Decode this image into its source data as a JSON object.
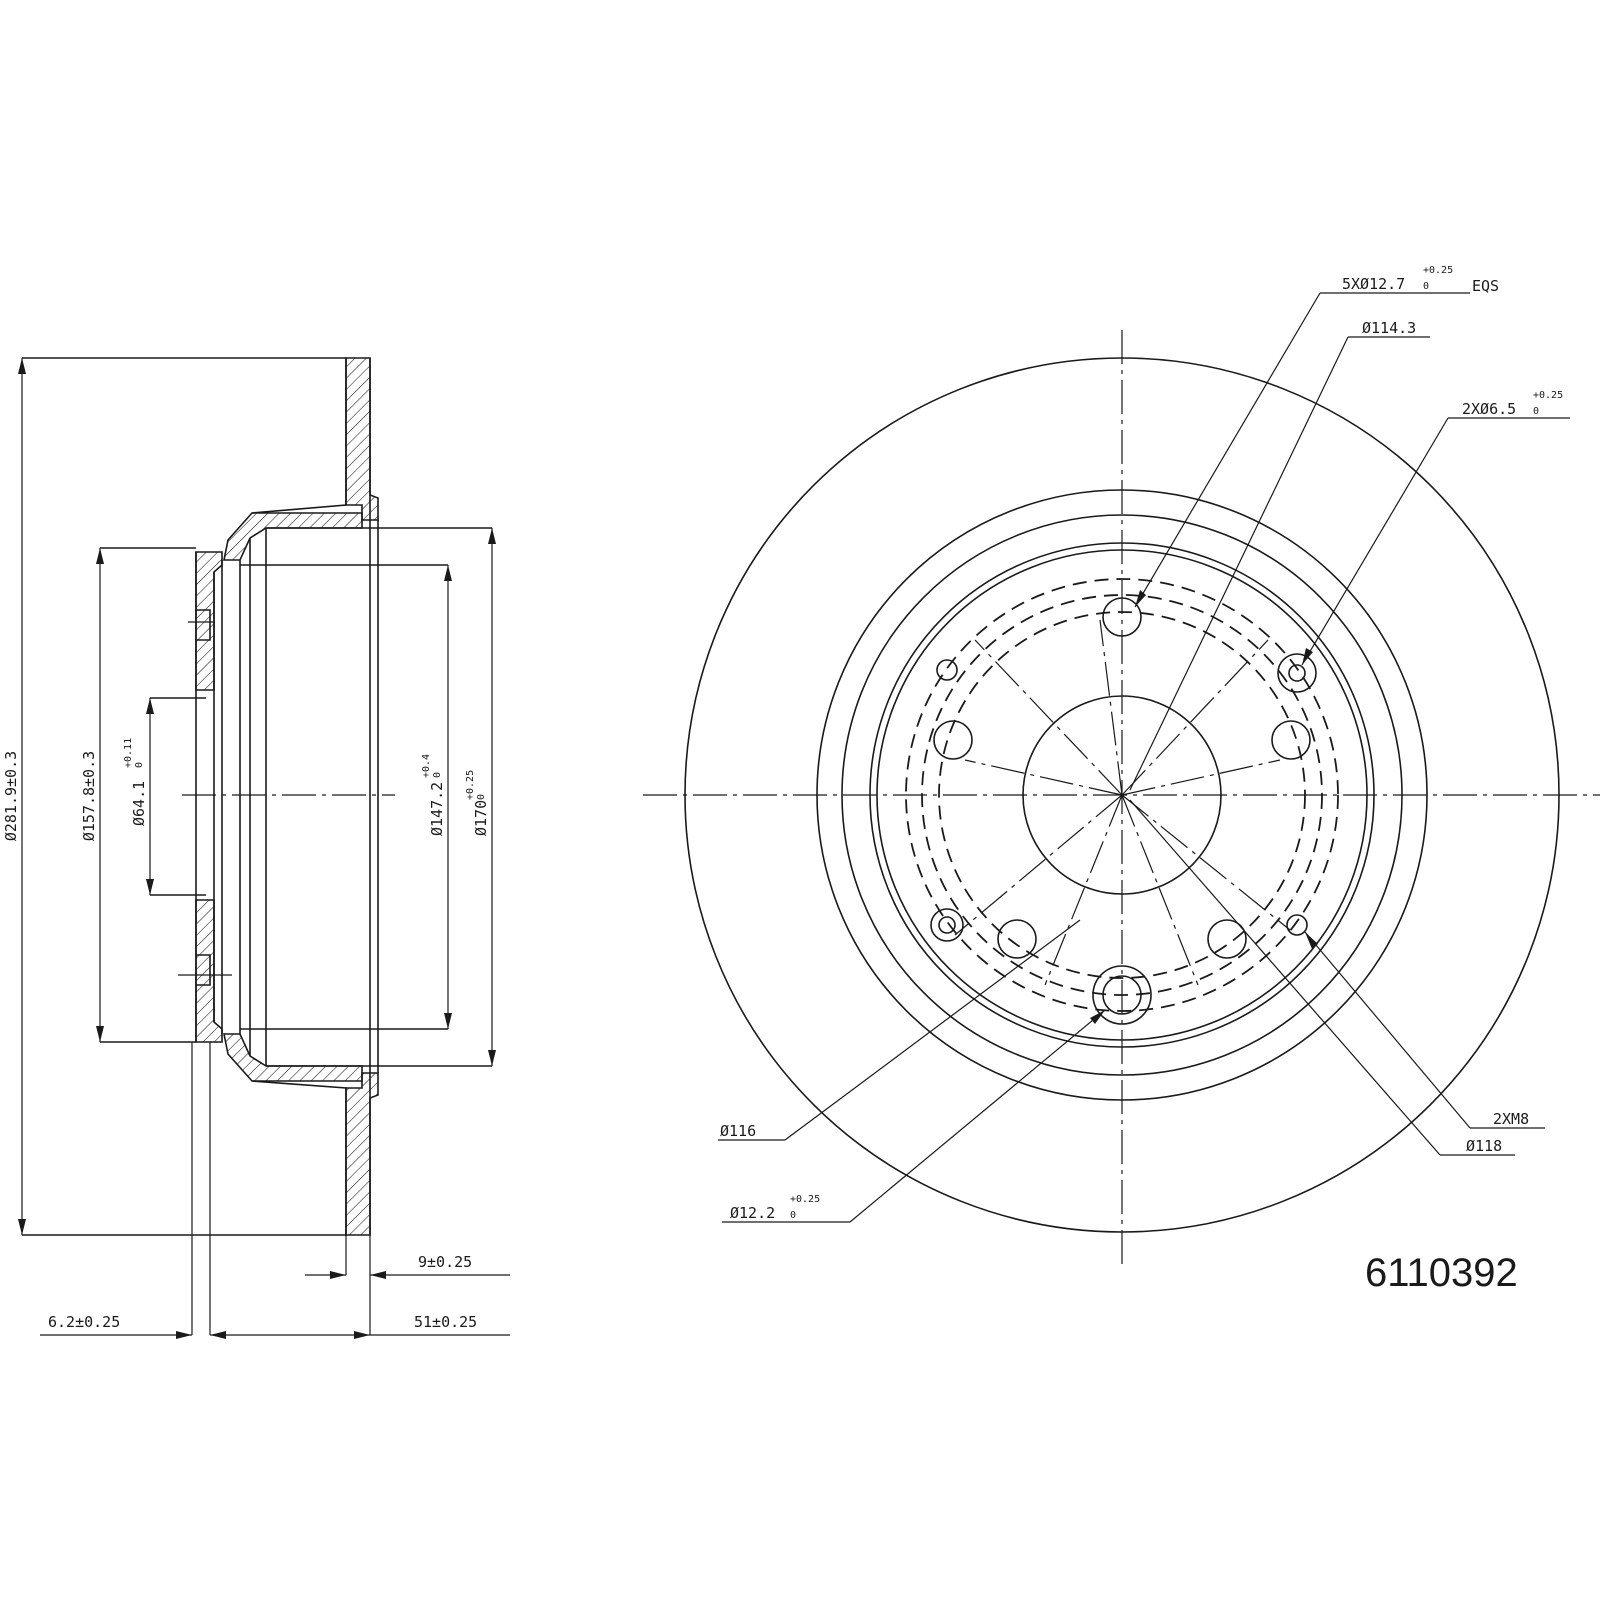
{
  "part_number": "6110392",
  "side_view": {
    "overall_diameter": "Ø281.9±0.3",
    "hub_outer_diameter": "Ø157.8±0.3",
    "center_bore": {
      "main": "Ø64.1",
      "tol_upper": "+0.11",
      "tol_lower": "0"
    },
    "hat_inner": {
      "main": "Ø147.2",
      "tol_upper": "+0.4",
      "tol_lower": "0"
    },
    "hat_outer": {
      "main": "Ø170",
      "tol_upper": "+0.25",
      "tol_lower": "0"
    },
    "rotor_thickness": "9±0.25",
    "hat_thickness": "6.2±0.25",
    "overall_height": "51±0.25"
  },
  "front_view": {
    "wheel_bolt_holes": {
      "main": "5XØ12.7",
      "tol_upper": "+0.25",
      "tol_lower": "0",
      "suffix": "EQS"
    },
    "bolt_circle": "Ø114.3",
    "locating_holes": {
      "main": "2XØ6.5",
      "tol_upper": "+0.25",
      "tol_lower": "0"
    },
    "threaded_holes": "2XM8",
    "pitch_circle_118": "Ø118",
    "pitch_circle_116": "Ø116",
    "hole_122": {
      "main": "Ø12.2",
      "tol_upper": "+0.25",
      "tol_lower": "0"
    }
  }
}
